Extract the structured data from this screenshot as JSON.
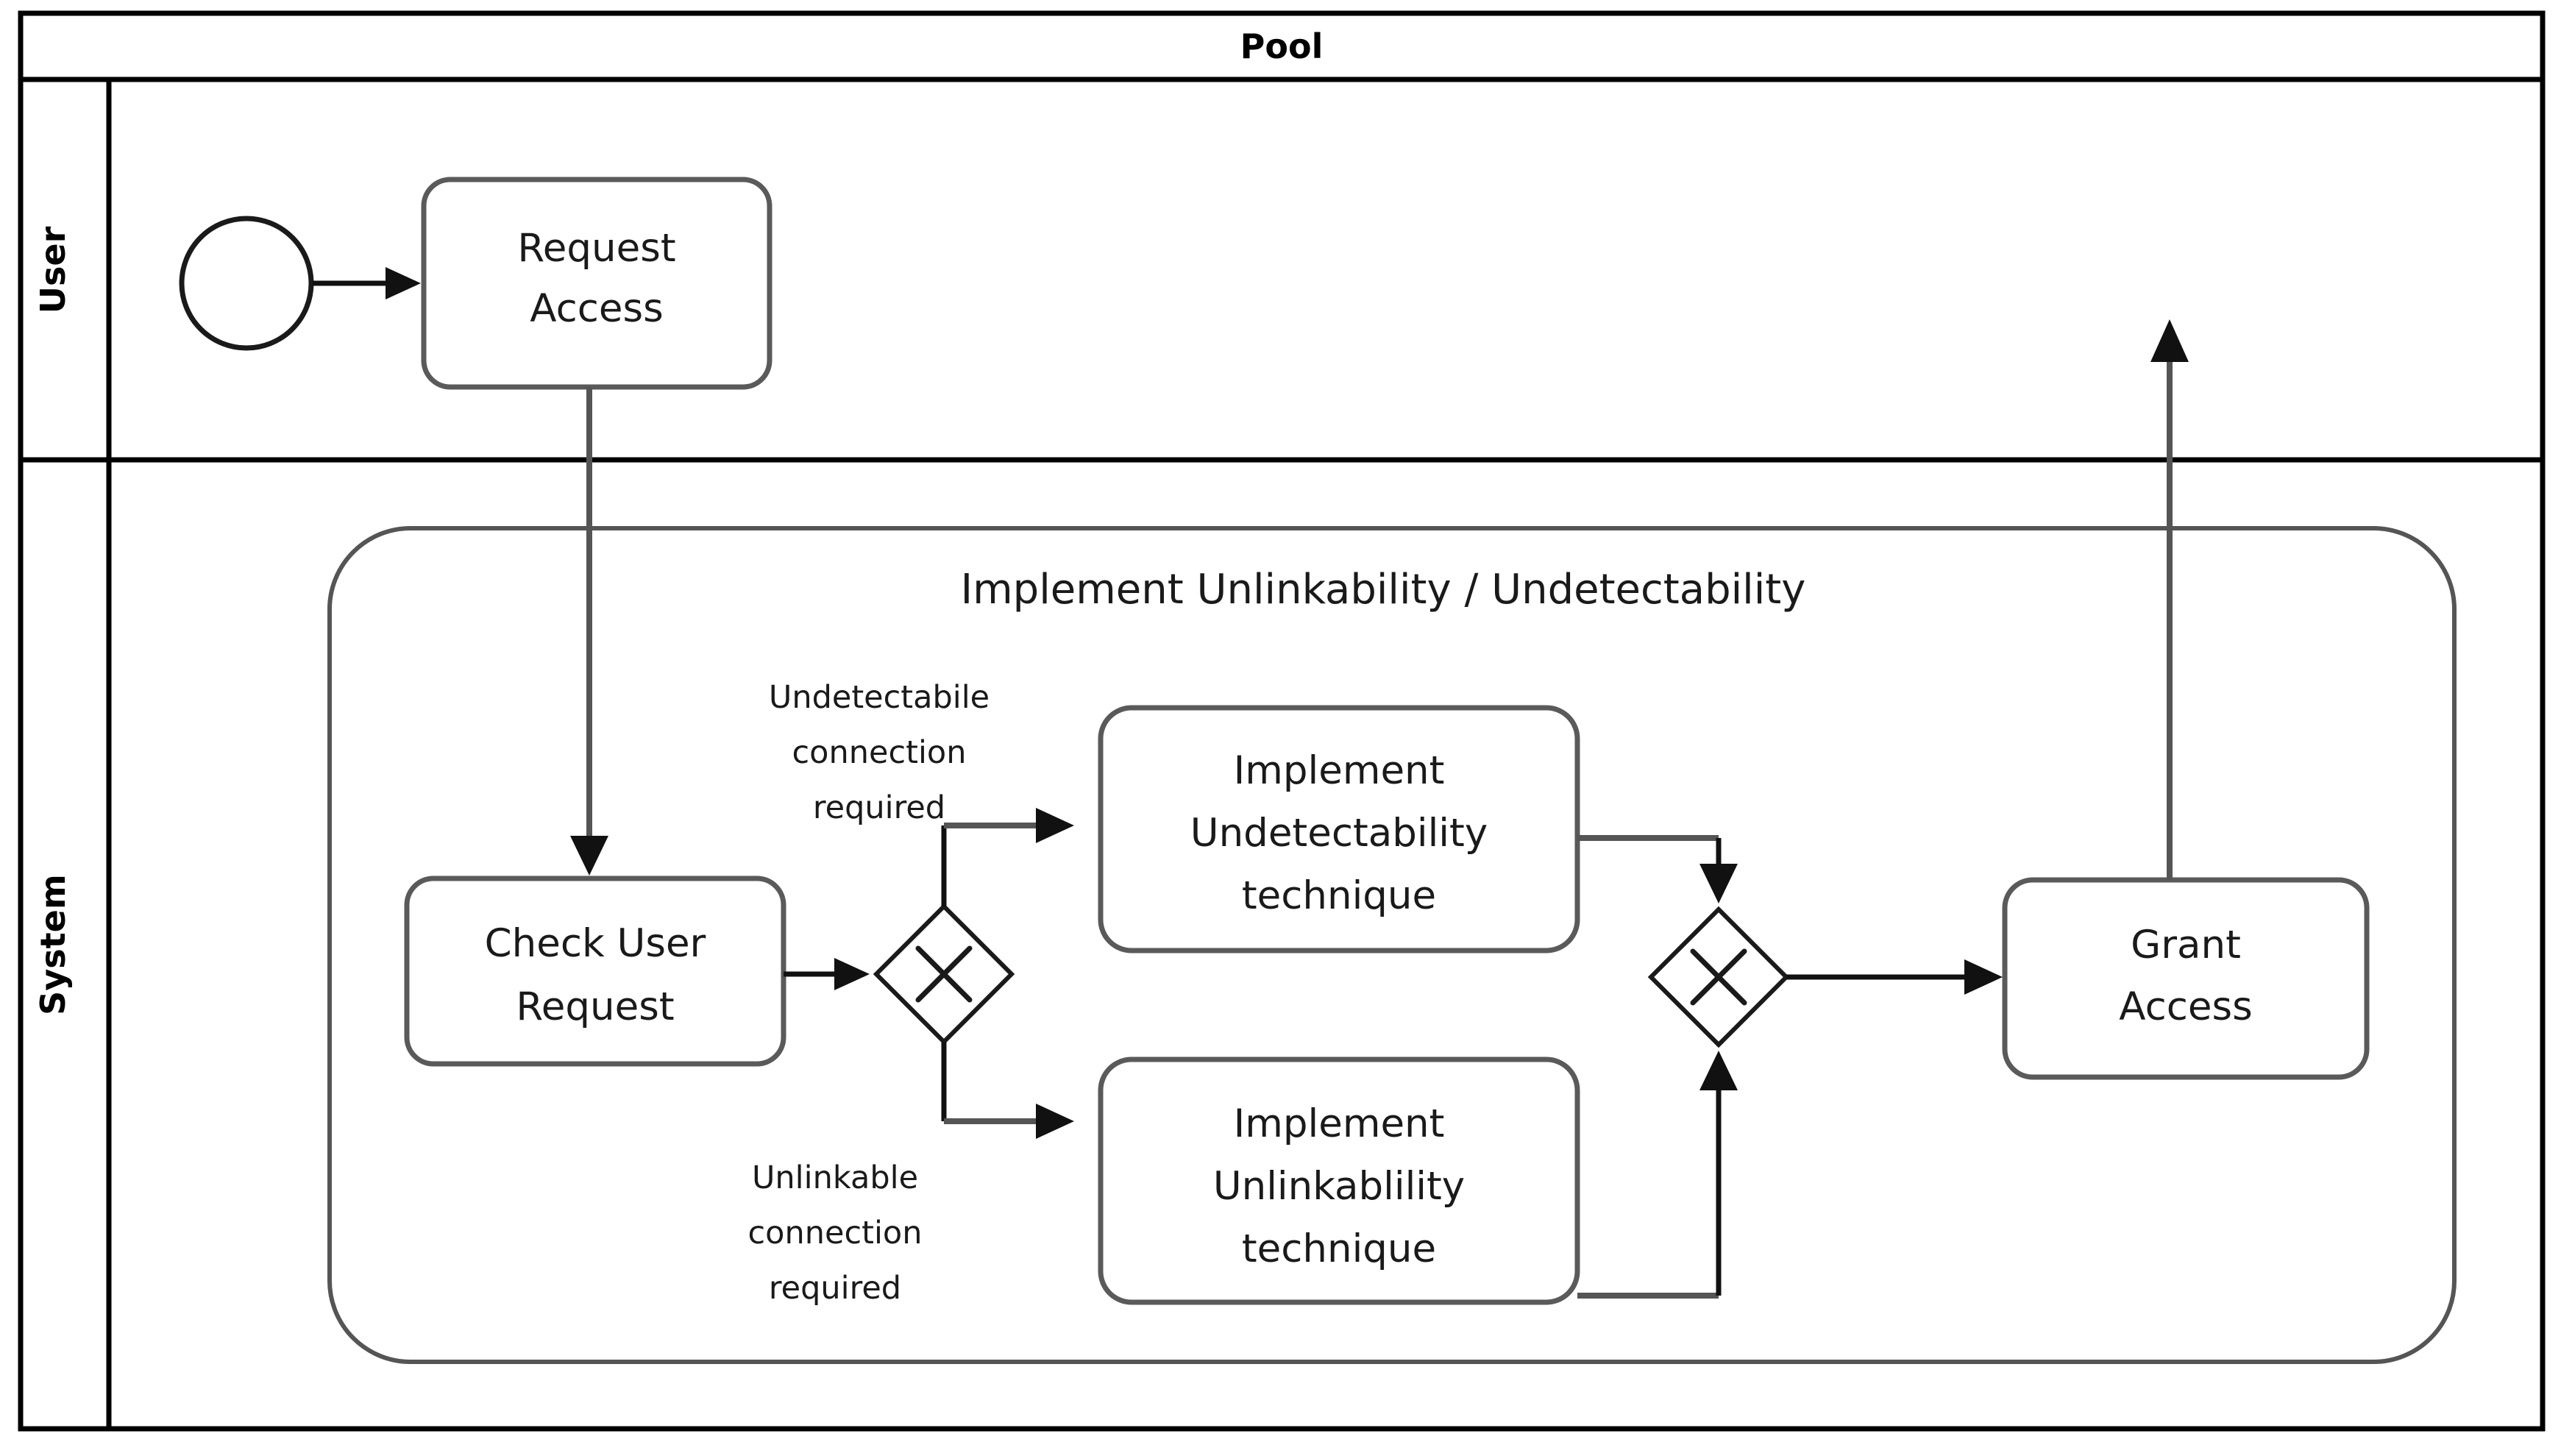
{
  "pool": {
    "title": "Pool"
  },
  "lanes": [
    {
      "id": "user",
      "label": "User"
    },
    {
      "id": "system",
      "label": "System"
    }
  ],
  "subprocess": {
    "title": "Implement Unlinkability / Undetectability"
  },
  "events": [
    {
      "id": "start",
      "type": "start-event",
      "label": ""
    }
  ],
  "tasks": [
    {
      "id": "request-access",
      "lane": "user",
      "line1": "Request",
      "line2": "Access"
    },
    {
      "id": "check-user-request",
      "lane": "system",
      "line1": "Check User",
      "line2": "Request"
    },
    {
      "id": "implement-undetectability",
      "lane": "system",
      "line1": "Implement",
      "line2": "Undetectability",
      "line3": "technique"
    },
    {
      "id": "implement-unlinkability",
      "lane": "system",
      "line1": "Implement",
      "line2": "Unlinkablility",
      "line3": "technique"
    },
    {
      "id": "grant-access",
      "lane": "system",
      "line1": "Grant",
      "line2": "Access"
    }
  ],
  "gateways": [
    {
      "id": "split-gateway",
      "type": "exclusive",
      "symbol": "X"
    },
    {
      "id": "merge-gateway",
      "type": "exclusive",
      "symbol": "X"
    }
  ],
  "flow_labels": {
    "undetectable": {
      "line1": "Undetectabile",
      "line2": "connection",
      "line3": "required"
    },
    "unlinkable": {
      "line1": "Unlinkable",
      "line2": "connection",
      "line3": "required"
    }
  },
  "colors": {
    "frame": "#000000",
    "task_border": "#5a5a5a",
    "connector": "#555555",
    "text": "#1a1a1a",
    "background": "#ffffff"
  }
}
